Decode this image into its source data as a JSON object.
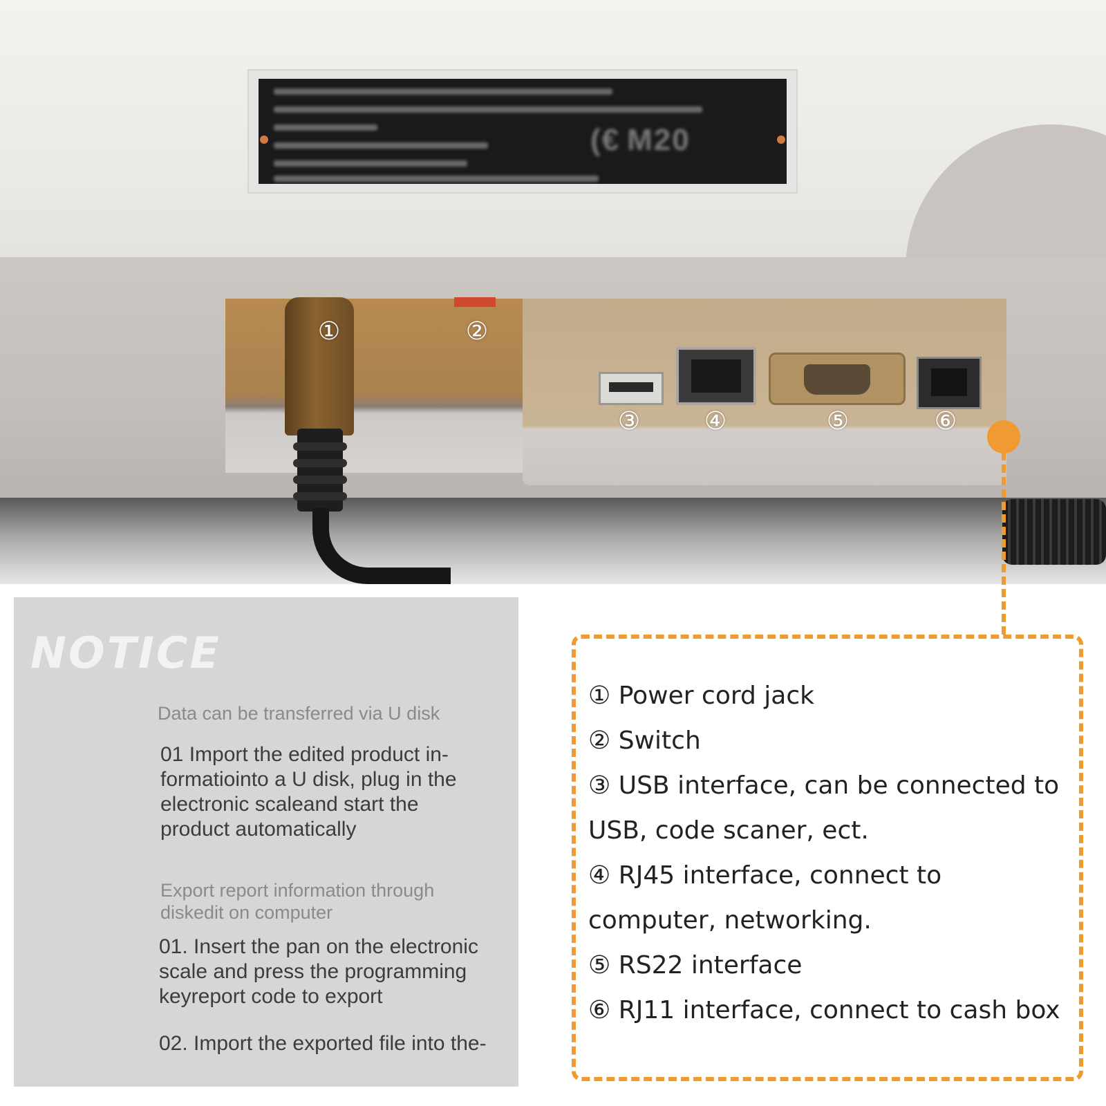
{
  "photo": {
    "description_labels": [
      "①",
      "②",
      "③",
      "④",
      "⑤",
      "⑥"
    ],
    "nameplate_mark": "M20",
    "accent_color": "#ef9a32"
  },
  "notice": {
    "title": "NOTICE",
    "sub1": "Data can be transferred via U disk",
    "body1": "01  Import the edited product in- formatiointo a U disk, plug in the electronic scaleand start the product automatically",
    "sub2": "Export report information through diskedit on computer",
    "body2": "01. Insert the pan on the electronic scale and press the programming keyreport code to export",
    "body3": "02. Import the exported file into the-"
  },
  "legend": {
    "items": [
      {
        "num": "①",
        "text": "Power cord jack"
      },
      {
        "num": "②",
        "text": "Switch"
      },
      {
        "num": "③",
        "text": "USB interface, can be connected to USB, code scaner, ect."
      },
      {
        "num": "④",
        "text": "RJ45 interface, connect to computer, networking."
      },
      {
        "num": "⑤",
        "text": "RS22 interface"
      },
      {
        "num": "⑥",
        "text": "RJ11 interface, connect to cash box"
      }
    ]
  }
}
